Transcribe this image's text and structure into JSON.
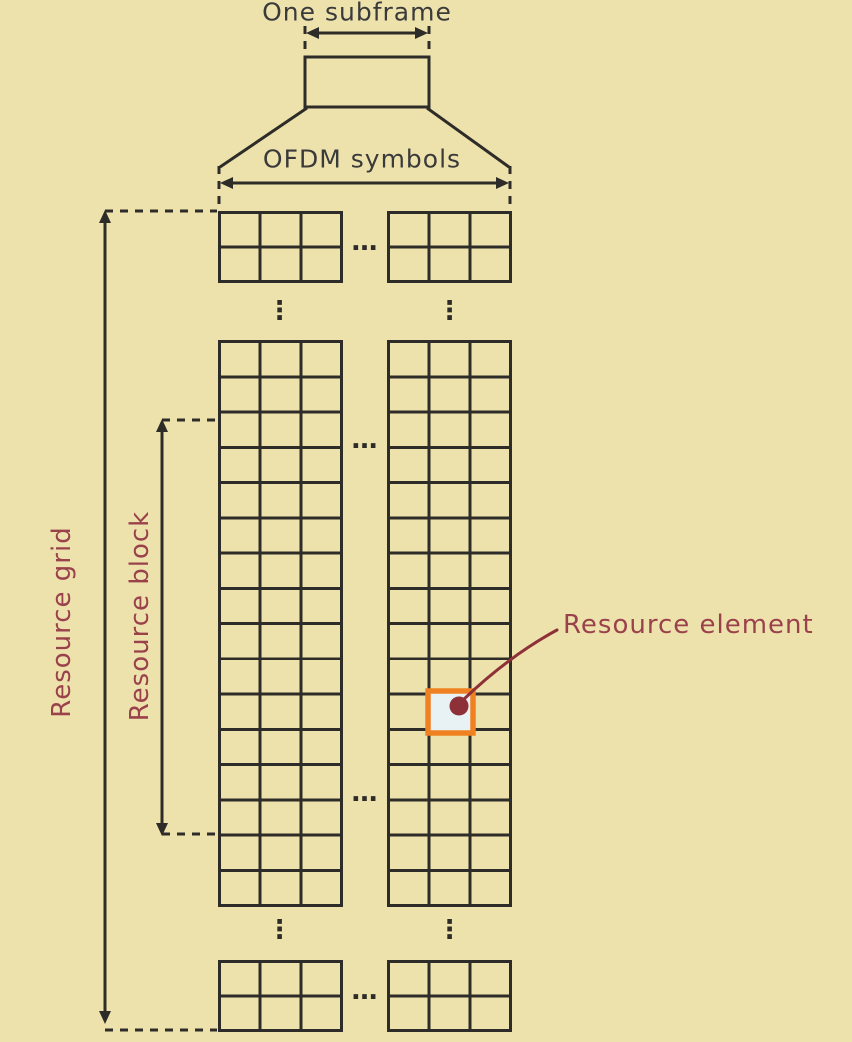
{
  "figure": {
    "subframe_label": "One subframe",
    "ofdm_label": "OFDM symbols",
    "resource_grid_label": "Resource grid",
    "resource_block_label": "Resource block",
    "resource_element_label": "Resource element",
    "ellipsis_h": "…",
    "ellipsis_v": "⋮"
  },
  "colors": {
    "background": "#eee2ac",
    "line": "#2e2c28",
    "text_dark": "#3a3a3a",
    "label_maroon": "#9a424c",
    "pointer_maroon": "#8e3038",
    "highlight_orange": "#f08122",
    "element_fill": "#e8f1f4"
  }
}
